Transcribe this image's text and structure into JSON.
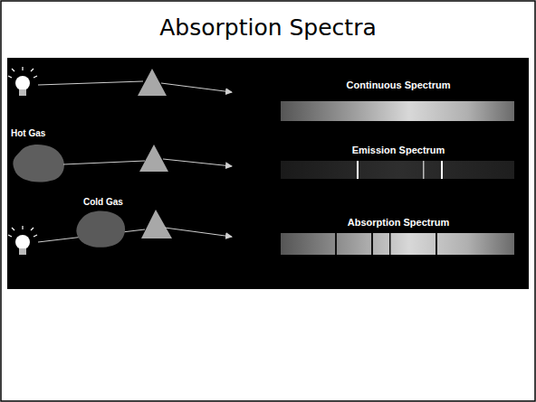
{
  "diagram": {
    "title": "Absorption Spectra",
    "labels": [
      "Continuous Spectrum",
      "Hot Gas",
      "Emission Spectrum",
      "Cold Gas",
      "Absorption Spectrum"
    ]
  }
}
